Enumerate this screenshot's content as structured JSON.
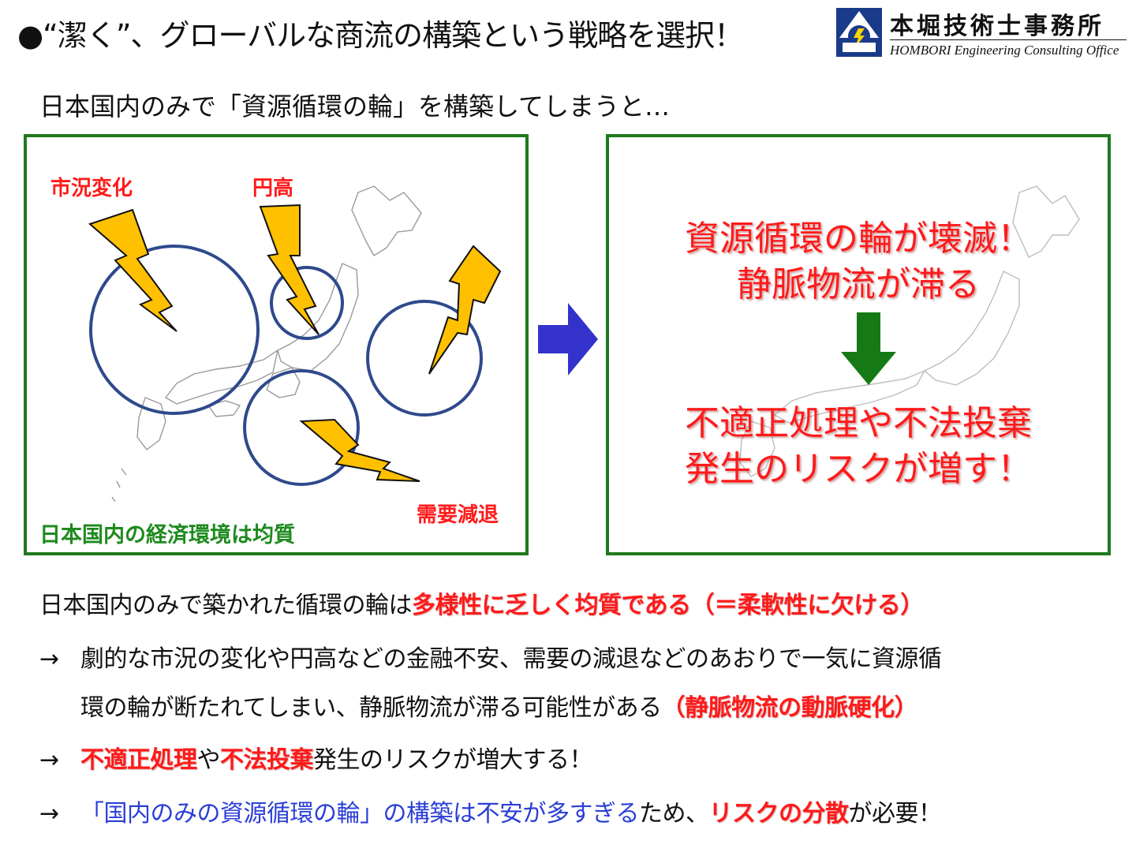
{
  "title": "●“潔く”、グローバルな商流の構築という戦略を選択！",
  "logo": {
    "name": "本堀技術士事務所",
    "subtitle": "HOMBORI Engineering Consulting Office"
  },
  "intro": "日本国内のみで「資源循環の輪」を構築してしまうと…",
  "left_panel": {
    "labels": {
      "market": "市況変化",
      "yen": "円高",
      "demand": "需要減退",
      "homogeneous": "日本国内の経済環境は均質"
    }
  },
  "right_panel": {
    "line1": "資源循環の輪が壊滅！",
    "line2": "静脈物流が滞る",
    "line3": "不適正処理や不法投棄",
    "line4": "発生のリスクが増す！"
  },
  "body": {
    "l1_a": "日本国内のみで築かれた循環の輪は",
    "l1_b": "多様性に乏しく均質である（＝柔軟性に欠ける）",
    "arrow": "→",
    "l2": "劇的な市況の変化や円高などの金融不安、需要の減退などのあおりで一気に資源循",
    "l3_a": "環の輪が断たれてしまい、静脈物流が滞る可能性がある",
    "l3_b": "（静脈物流の動脈硬化）",
    "l4_a": "不適正処理",
    "l4_b": "や",
    "l4_c": "不法投棄",
    "l4_d": "発生のリスクが増大する！",
    "l5_a": "「国内のみの資源循環の輪」の構築は不安が多すぎる",
    "l5_b": "ため、",
    "l5_c": "リスクの分散",
    "l5_d": "が必要！"
  },
  "colors": {
    "accent_red": "#ff1a1a",
    "panel_green": "#1e7a1e",
    "circle_blue": "#2e4a8c",
    "bolt_yellow": "#ffc000",
    "arrow_blue": "#3333cc",
    "down_arrow_green": "#157a15",
    "text_blue": "#2b3fd6"
  }
}
